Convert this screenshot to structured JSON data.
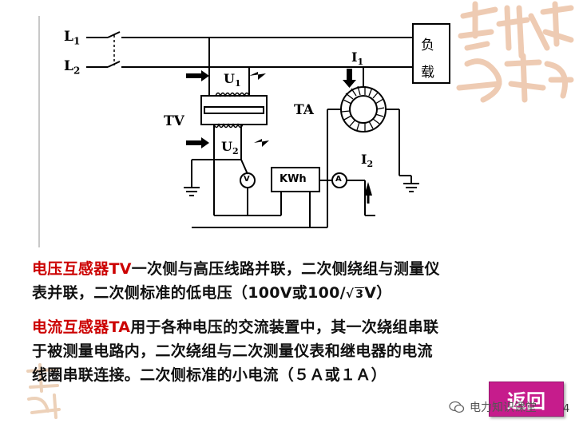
{
  "diagram": {
    "label_L1": "L",
    "label_L1_sub": "1",
    "label_L2": "L",
    "label_L2_sub": "2",
    "label_load_1": "负",
    "label_load_2": "载",
    "label_TV": "TV",
    "label_TA": "TA",
    "label_U1": "U",
    "label_U1_sub": "1",
    "label_U2": "U",
    "label_U2_sub": "2",
    "label_I1": "I",
    "label_I1_sub": "1",
    "label_I2": "I",
    "label_I2_sub": "2",
    "meter_V": "V",
    "meter_A": "A",
    "meter_kwh": "KWh"
  },
  "text": {
    "p1_line1_highlight": "电压互感器TV",
    "p1_line1_rest": "一次侧与高压线路并联，二次侧绕组与测量仪",
    "p1_line2_a": "表并联，二次侧标准的低电压（100V或100/",
    "p1_sqrt_num": "3",
    "p1_line2_b": "V）",
    "p2_line1_highlight": "电流互感器TA",
    "p2_line1_rest": "用于各种电压的交流装置中，其一次绕组串联",
    "p2_line2": "于被测量电路内，二次绕组与二次测量仪表和继电器的电流",
    "p2_line3": "线圈串联连接。二次侧标准的小电流（５Ａ或１Ａ）"
  },
  "nav": {
    "back_label": "返回"
  },
  "watermark": {
    "text": "电力知识课堂"
  },
  "page_number": "4",
  "colors": {
    "highlight": "#cc0000",
    "back_button": "#c61c8c",
    "seal": "#e9b99a",
    "left_rule": "#c0c0c0"
  }
}
